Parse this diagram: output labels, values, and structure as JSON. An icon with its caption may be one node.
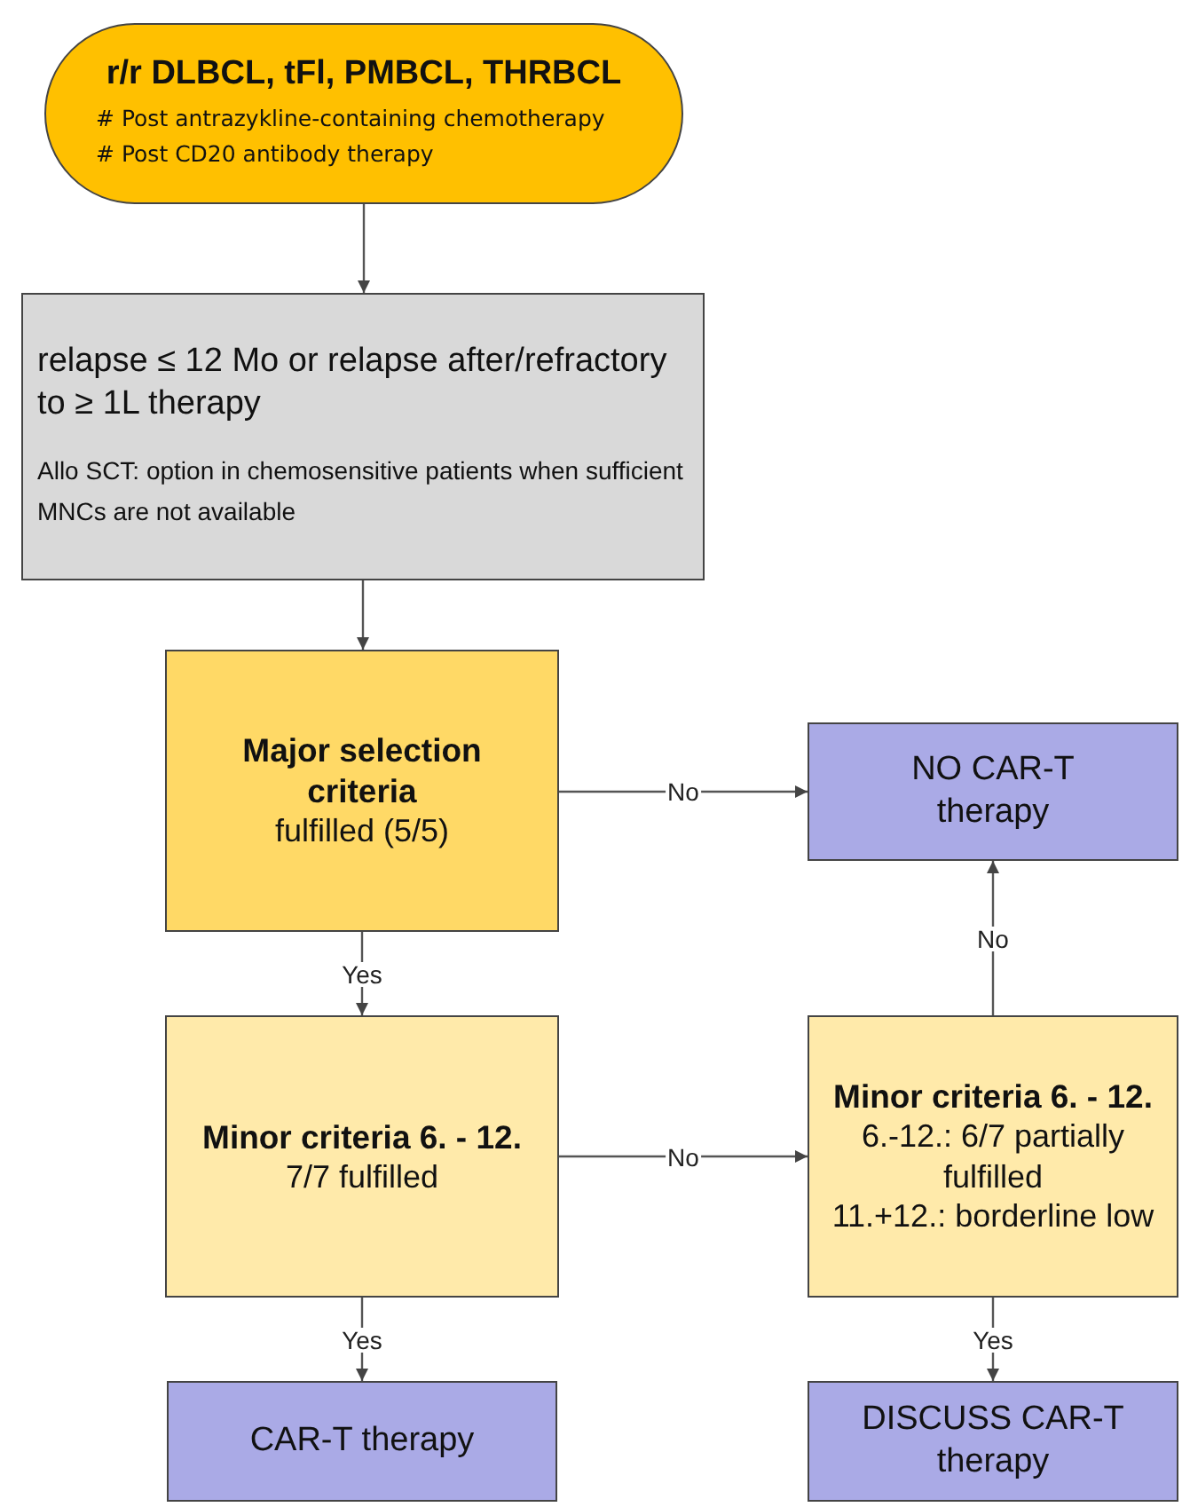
{
  "diagram": {
    "nodes": [
      {
        "text": [
          "r/r DLBCL, tFl, PMBCL, THRBCL",
          "# Post antrazykline-containing chemotherapy",
          "# Post CD20 antibody therapy"
        ]
      },
      {
        "text": [
          "relapse ≤ 12 Mo or relapse after/refractory to ≥ 1L therapy",
          "Allo SCT: option in chemosensitive patients when sufficient MNCs are not available"
        ]
      },
      {
        "text": [
          "Major selection criteria",
          "fulfilled (5/5)"
        ]
      },
      {
        "text": [
          "NO CAR-T therapy"
        ]
      },
      {
        "text": [
          "Minor criteria 6. - 12.",
          "7/7 fulfilled"
        ]
      },
      {
        "text": [
          "Minor criteria 6. - 12.",
          "6.-12.: 6/7 partially fulfilled",
          "11.+12.: borderline low"
        ]
      },
      {
        "text": [
          "CAR-T therapy"
        ]
      },
      {
        "text": [
          "DISCUSS CAR-T therapy"
        ]
      }
    ],
    "edges": [
      {
        "from": 0,
        "to": 1,
        "arrow": "to"
      },
      {
        "from": 1,
        "to": 2,
        "arrow": "to"
      },
      {
        "from": 2,
        "to": 3,
        "arrow": "to",
        "label": "No"
      },
      {
        "from": 2,
        "to": 4,
        "arrow": "to",
        "label": "Yes"
      },
      {
        "from": 4,
        "to": 5,
        "arrow": "to",
        "label": "No"
      },
      {
        "from": 5,
        "to": 3,
        "arrow": "to",
        "label": "No"
      },
      {
        "from": 4,
        "to": 6,
        "arrow": "to",
        "label": "Yes"
      },
      {
        "from": 5,
        "to": 7,
        "arrow": "to",
        "label": "Yes"
      }
    ]
  }
}
